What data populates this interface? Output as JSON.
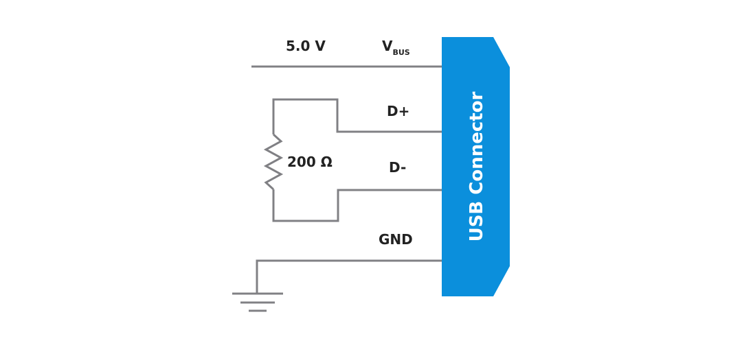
{
  "labels": {
    "voltage": "5.0 V",
    "vbus_main": "V",
    "vbus_sub": "BUS",
    "d_plus": "D+",
    "d_minus": "D-",
    "resistor": "200 Ω",
    "gnd": "GND",
    "connector": "USB Connector"
  },
  "colors": {
    "wire": "#808084",
    "connector": "#0b8fdc",
    "text": "#222222"
  }
}
